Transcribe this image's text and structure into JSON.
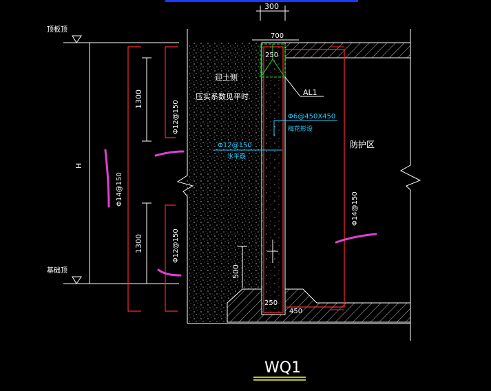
{
  "drawing": {
    "title": "WQ1",
    "subtitle": " ",
    "dims": {
      "wall_top": "300",
      "width_700": "700",
      "top_250": "250",
      "bottom_250": "250",
      "bottom_450": "450",
      "left_1300_top": "1300",
      "left_1300_bottom": "1300",
      "left_500": "500",
      "height_H": "H"
    },
    "levels": {
      "top_level": "顶板顶",
      "bottom_level": "基础顶"
    },
    "rebar": {
      "left_long": "Φ14@150",
      "left_top_short": "Φ12@150",
      "left_bottom_short": "Φ12@150",
      "right_long": "Φ14@150",
      "horizontal": "Φ12@150",
      "horizontal_note": "水平筋",
      "tie": "Φ6@450X450",
      "tie_note": "梅花形设"
    },
    "labels": {
      "soil_side": "迎土侧",
      "soil_note": "压实系数见平时",
      "anchor": "AL1",
      "protected_zone": "防护区"
    },
    "colors": {
      "background": "#000000",
      "outline": "#ffffff",
      "rebar": "#ff2a2a",
      "anchor": "#22dd22",
      "annotation": "#22ccff",
      "markup": "#e040d0",
      "title_line": "#ffff33"
    }
  }
}
